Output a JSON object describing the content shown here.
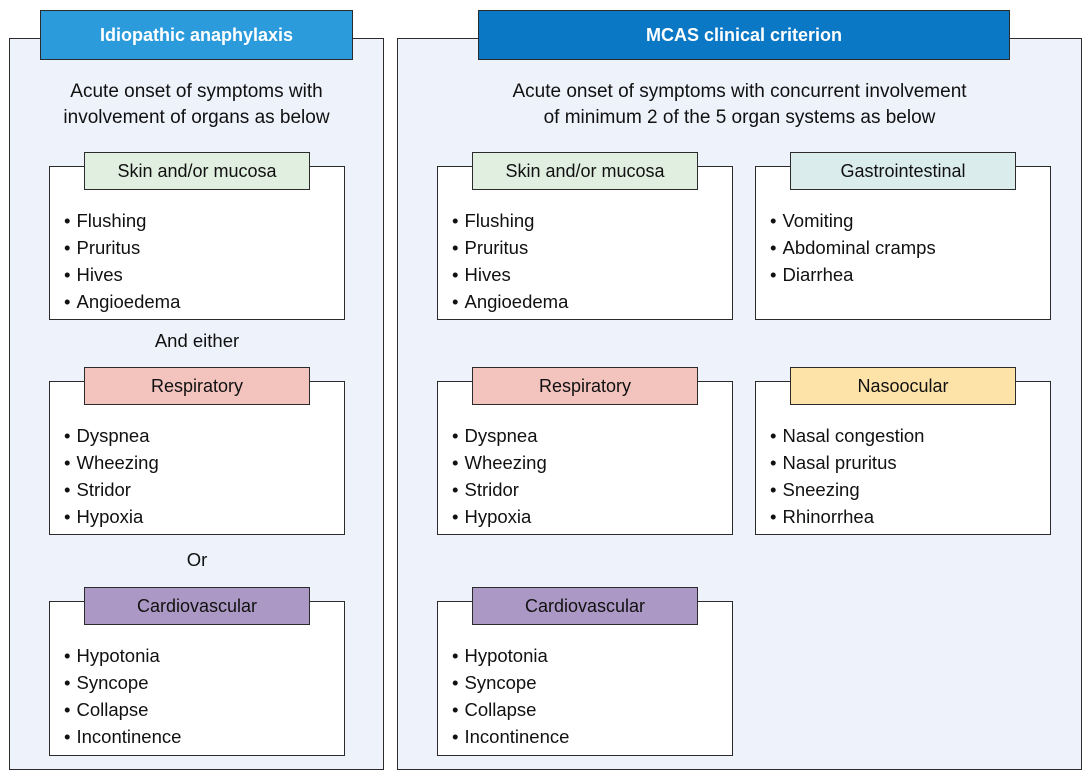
{
  "left_panel": {
    "title": "Idiopathic anaphylaxis",
    "title_color": "#2b9bdc",
    "intro": "Acute onset of symptoms with\ninvolvement of organs as below",
    "connector_1": "And either",
    "connector_2": "Or",
    "cards": [
      {
        "title": "Skin and/or mucosa",
        "items": [
          "Flushing",
          "Pruritus",
          "Hives",
          "Angioedema"
        ]
      },
      {
        "title": "Respiratory",
        "items": [
          "Dyspnea",
          "Wheezing",
          "Stridor",
          "Hypoxia"
        ]
      },
      {
        "title": "Cardiovascular",
        "items": [
          "Hypotonia",
          "Syncope",
          "Collapse",
          "Incontinence"
        ]
      }
    ]
  },
  "right_panel": {
    "title": "MCAS clinical criterion",
    "title_color": "#0a78c4",
    "intro": "Acute onset of symptoms with concurrent involvement\nof minimum 2 of the 5 organ systems as below",
    "cards": [
      {
        "title": "Skin and/or mucosa",
        "items": [
          "Flushing",
          "Pruritus",
          "Hives",
          "Angioedema"
        ]
      },
      {
        "title": "Gastrointestinal",
        "items": [
          "Vomiting",
          "Abdominal cramps",
          "Diarrhea"
        ]
      },
      {
        "title": "Respiratory",
        "items": [
          "Dyspnea",
          "Wheezing",
          "Stridor",
          "Hypoxia"
        ]
      },
      {
        "title": "Nasoocular",
        "items": [
          "Nasal congestion",
          "Nasal pruritus",
          "Sneezing",
          "Rhinorrhea"
        ]
      },
      {
        "title": "Cardiovascular",
        "items": [
          "Hypotonia",
          "Syncope",
          "Collapse",
          "Incontinence"
        ]
      }
    ]
  }
}
